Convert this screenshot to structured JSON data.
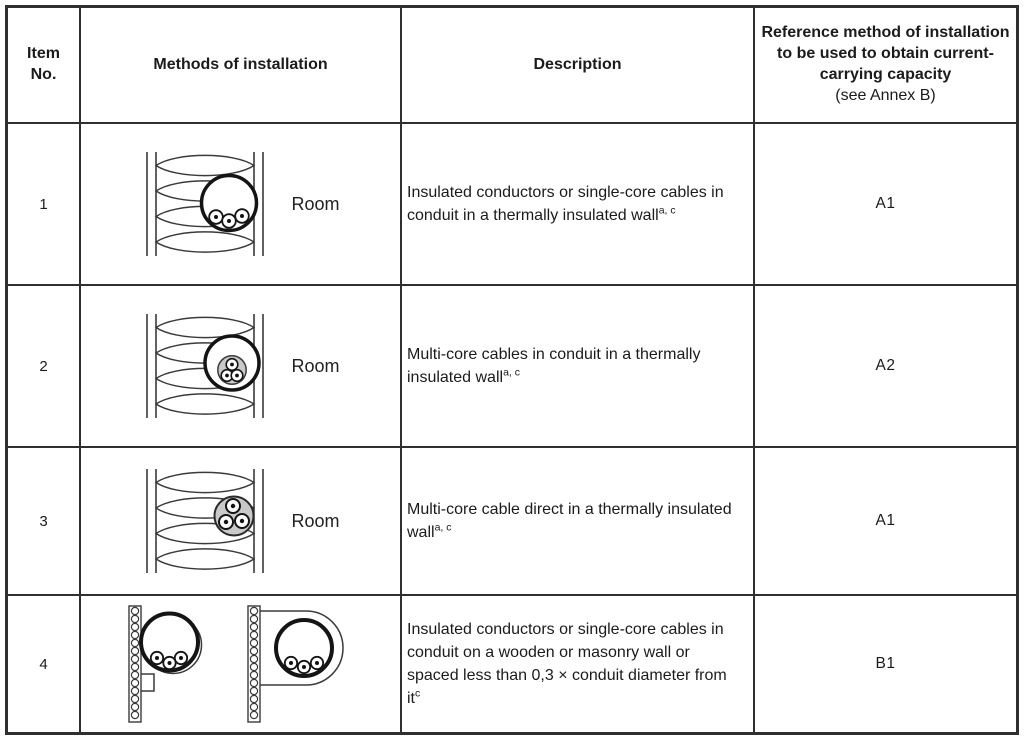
{
  "table": {
    "headers": {
      "item_no": "Item\nNo.",
      "methods": "Methods of installation",
      "description": "Description",
      "reference_title": "Reference method of installation to be used to obtain current-carrying capacity",
      "reference_note": "(see Annex B)"
    },
    "rows": [
      {
        "item": "1",
        "diagram": "insulated-conductors-in-conduit-in-thermally-insulated-wall",
        "room_label": "Room",
        "description": "Insulated conductors or single-core cables in conduit in a thermally insulated wall",
        "description_sup": "a, c",
        "reference": "A1"
      },
      {
        "item": "2",
        "diagram": "multi-core-cable-in-conduit-in-thermally-insulated-wall",
        "room_label": "Room",
        "description": "Multi-core cables in conduit in a thermally insulated wall",
        "description_sup": "a, c",
        "reference": "A2"
      },
      {
        "item": "3",
        "diagram": "multi-core-cable-direct-in-thermally-insulated-wall",
        "room_label": "Room",
        "description": "Multi-core cable direct in a thermally insulated wall",
        "description_sup": "a, c",
        "reference": "A1"
      },
      {
        "item": "4",
        "diagram": "conduit-on-wooden-or-masonry-wall-two-views",
        "description": "Insulated conductors or single-core cables in conduit on a wooden or masonry wall or spaced less than 0,3 × conduit diameter from it",
        "description_sup": "c",
        "reference": "B1"
      }
    ]
  },
  "colors": {
    "border": "#2f2f2f",
    "text": "#1b1b1b",
    "cable_sheath_fill": "#c9c9c9",
    "background": "#ffffff"
  }
}
